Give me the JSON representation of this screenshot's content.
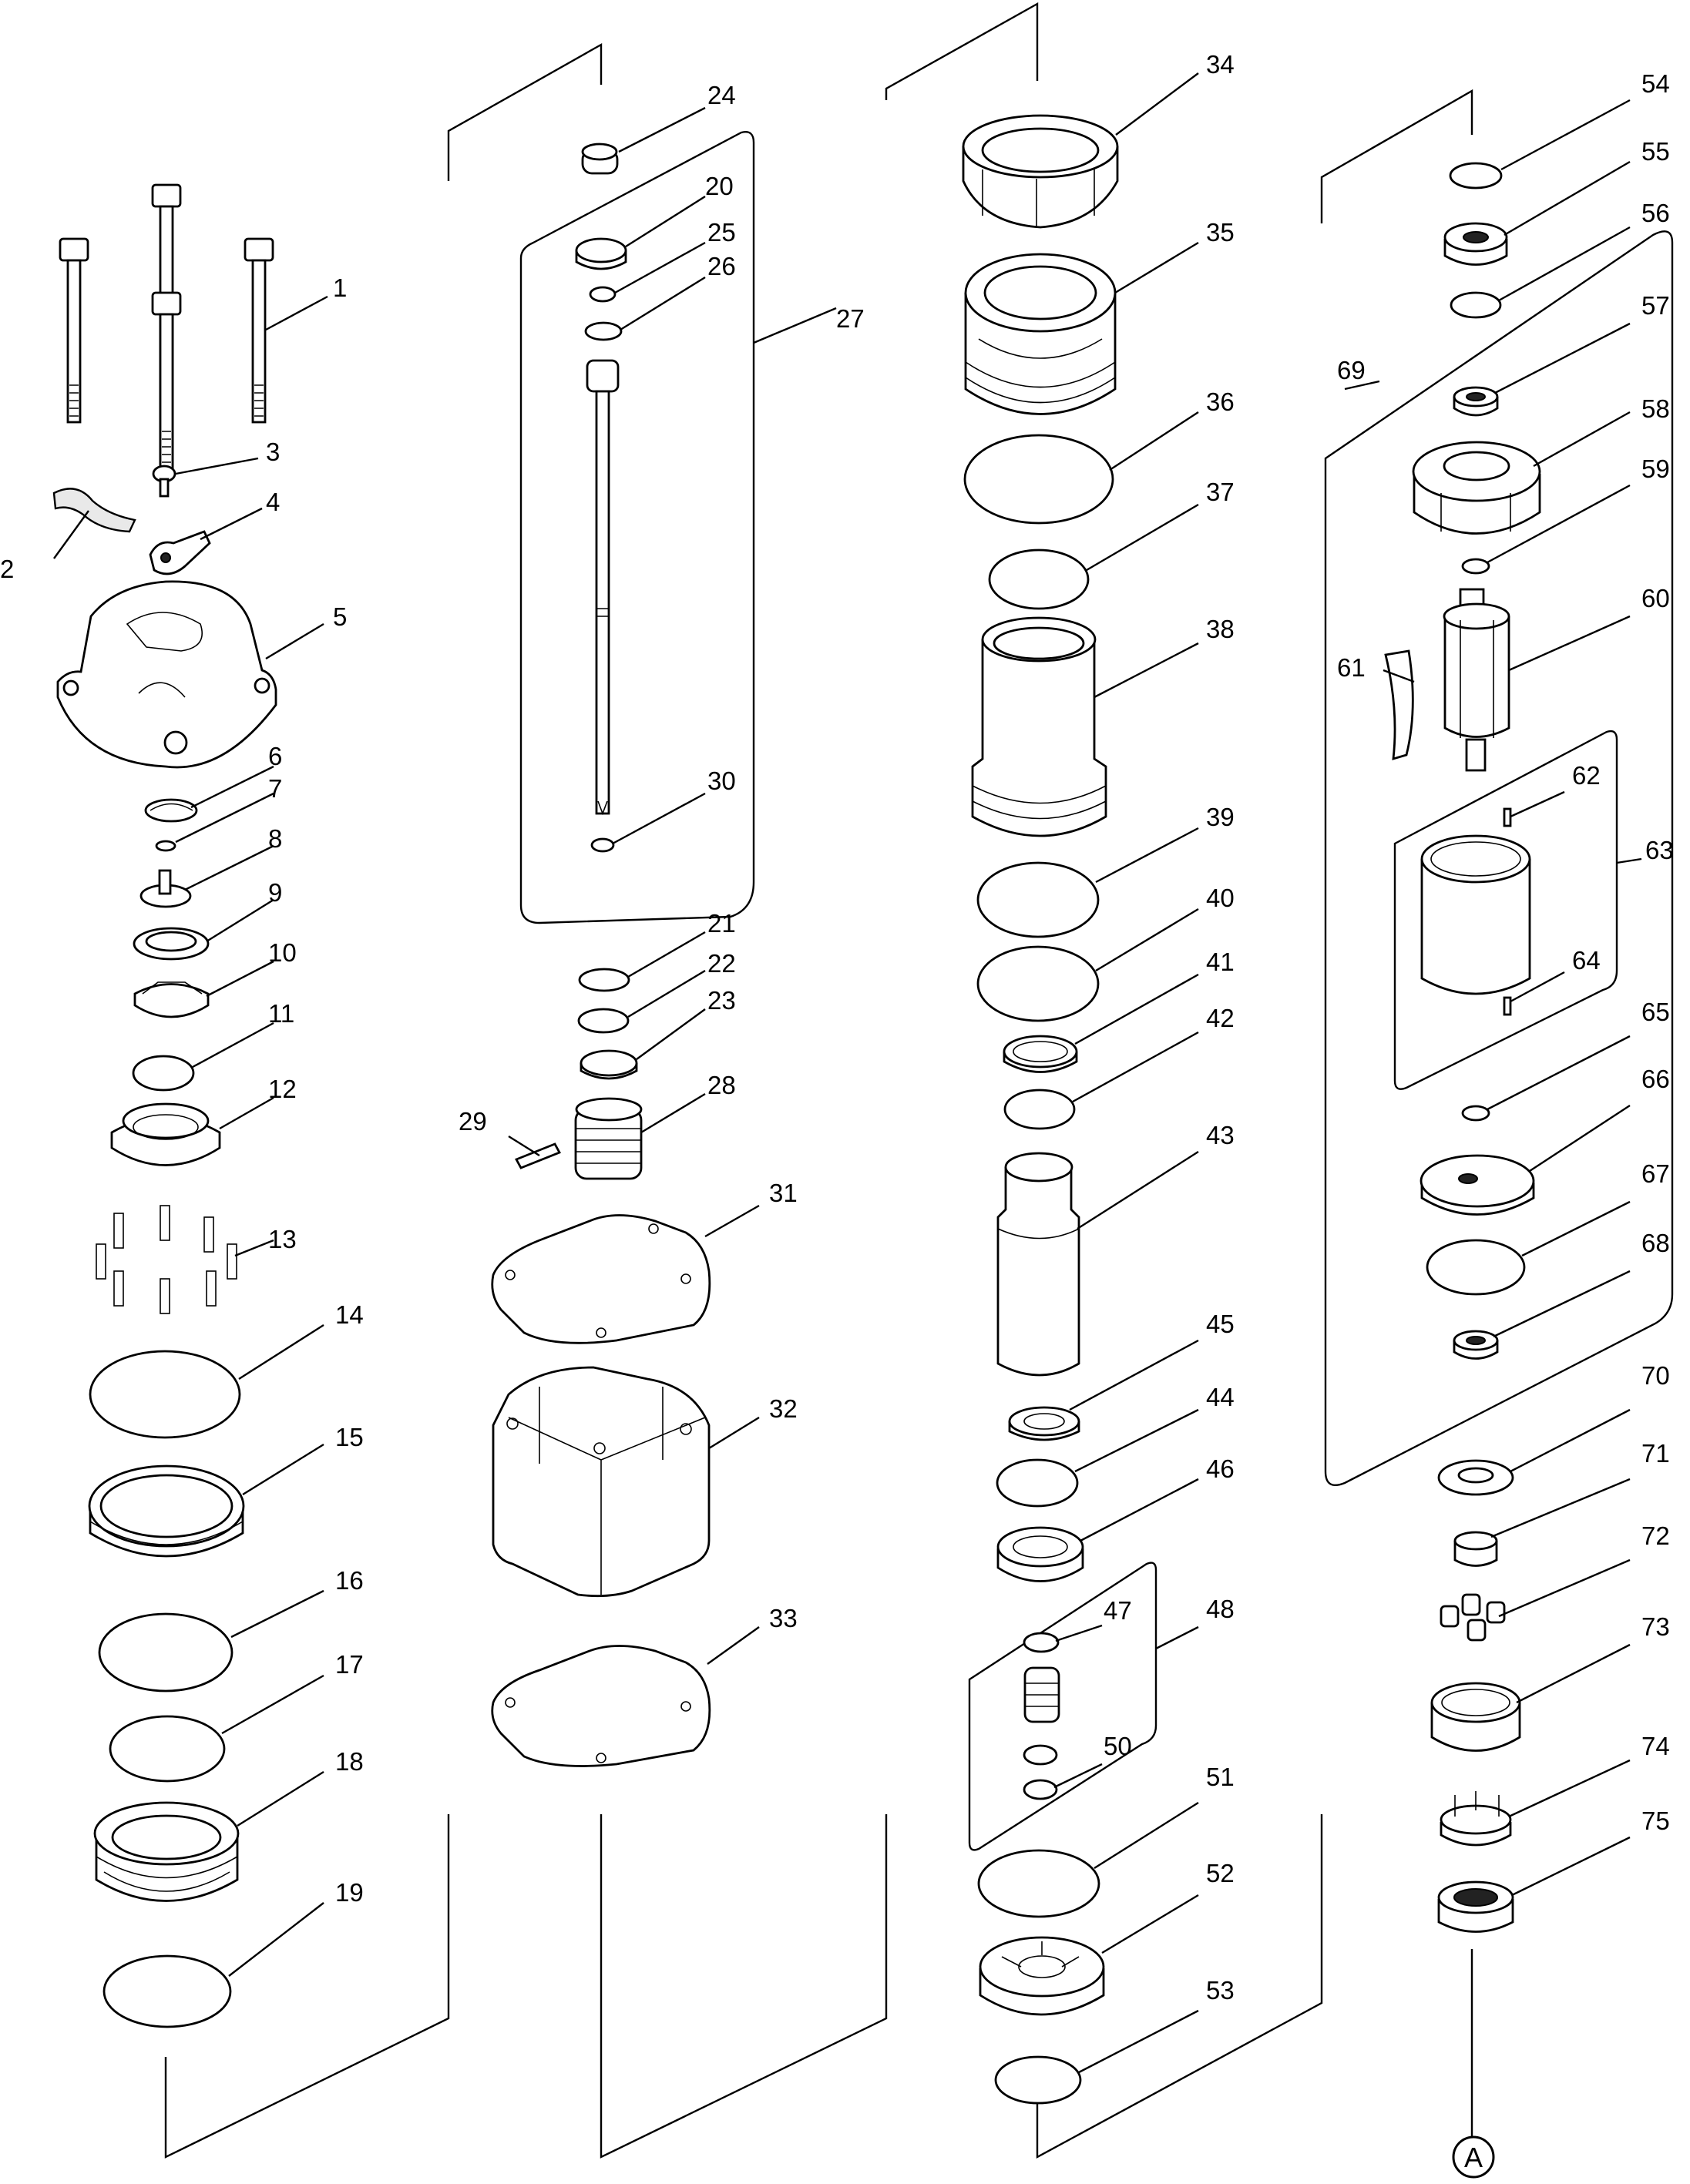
{
  "diagram": {
    "parts": [
      {
        "id": "p1",
        "label": "1"
      },
      {
        "id": "p2",
        "label": "2"
      },
      {
        "id": "p3",
        "label": "3"
      },
      {
        "id": "p4",
        "label": "4"
      },
      {
        "id": "p5",
        "label": "5"
      },
      {
        "id": "p6",
        "label": "6"
      },
      {
        "id": "p7",
        "label": "7"
      },
      {
        "id": "p8",
        "label": "8"
      },
      {
        "id": "p9",
        "label": "9"
      },
      {
        "id": "p10",
        "label": "10"
      },
      {
        "id": "p11",
        "label": "11"
      },
      {
        "id": "p12",
        "label": "12"
      },
      {
        "id": "p13",
        "label": "13"
      },
      {
        "id": "p14",
        "label": "14"
      },
      {
        "id": "p15",
        "label": "15"
      },
      {
        "id": "p16",
        "label": "16"
      },
      {
        "id": "p17",
        "label": "17"
      },
      {
        "id": "p18",
        "label": "18"
      },
      {
        "id": "p19",
        "label": "19"
      },
      {
        "id": "p20",
        "label": "20"
      },
      {
        "id": "p21",
        "label": "21"
      },
      {
        "id": "p22",
        "label": "22"
      },
      {
        "id": "p23",
        "label": "23"
      },
      {
        "id": "p24",
        "label": "24"
      },
      {
        "id": "p25",
        "label": "25"
      },
      {
        "id": "p26",
        "label": "26"
      },
      {
        "id": "p27",
        "label": "27"
      },
      {
        "id": "p28",
        "label": "28"
      },
      {
        "id": "p29",
        "label": "29"
      },
      {
        "id": "p30",
        "label": "30"
      },
      {
        "id": "p31",
        "label": "31"
      },
      {
        "id": "p32",
        "label": "32"
      },
      {
        "id": "p33",
        "label": "33"
      },
      {
        "id": "p34",
        "label": "34"
      },
      {
        "id": "p35",
        "label": "35"
      },
      {
        "id": "p36",
        "label": "36"
      },
      {
        "id": "p37",
        "label": "37"
      },
      {
        "id": "p38",
        "label": "38"
      },
      {
        "id": "p39",
        "label": "39"
      },
      {
        "id": "p40",
        "label": "40"
      },
      {
        "id": "p41",
        "label": "41"
      },
      {
        "id": "p42",
        "label": "42"
      },
      {
        "id": "p43",
        "label": "43"
      },
      {
        "id": "p44",
        "label": "44"
      },
      {
        "id": "p45",
        "label": "45"
      },
      {
        "id": "p46",
        "label": "46"
      },
      {
        "id": "p47",
        "label": "47"
      },
      {
        "id": "p48",
        "label": "48"
      },
      {
        "id": "p50",
        "label": "50"
      },
      {
        "id": "p51",
        "label": "51"
      },
      {
        "id": "p52",
        "label": "52"
      },
      {
        "id": "p53",
        "label": "53"
      },
      {
        "id": "p54",
        "label": "54"
      },
      {
        "id": "p55",
        "label": "55"
      },
      {
        "id": "p56",
        "label": "56"
      },
      {
        "id": "p57",
        "label": "57"
      },
      {
        "id": "p58",
        "label": "58"
      },
      {
        "id": "p59",
        "label": "59"
      },
      {
        "id": "p60",
        "label": "60"
      },
      {
        "id": "p61",
        "label": "61"
      },
      {
        "id": "p62",
        "label": "62"
      },
      {
        "id": "p63",
        "label": "63"
      },
      {
        "id": "p64",
        "label": "64"
      },
      {
        "id": "p65",
        "label": "65"
      },
      {
        "id": "p66",
        "label": "66"
      },
      {
        "id": "p67",
        "label": "67"
      },
      {
        "id": "p68",
        "label": "68"
      },
      {
        "id": "p69",
        "label": "69"
      },
      {
        "id": "p70",
        "label": "70"
      },
      {
        "id": "p71",
        "label": "71"
      },
      {
        "id": "p72",
        "label": "72"
      },
      {
        "id": "p73",
        "label": "73"
      },
      {
        "id": "p74",
        "label": "74"
      },
      {
        "id": "p75",
        "label": "75"
      }
    ],
    "connector_mark": "A"
  }
}
